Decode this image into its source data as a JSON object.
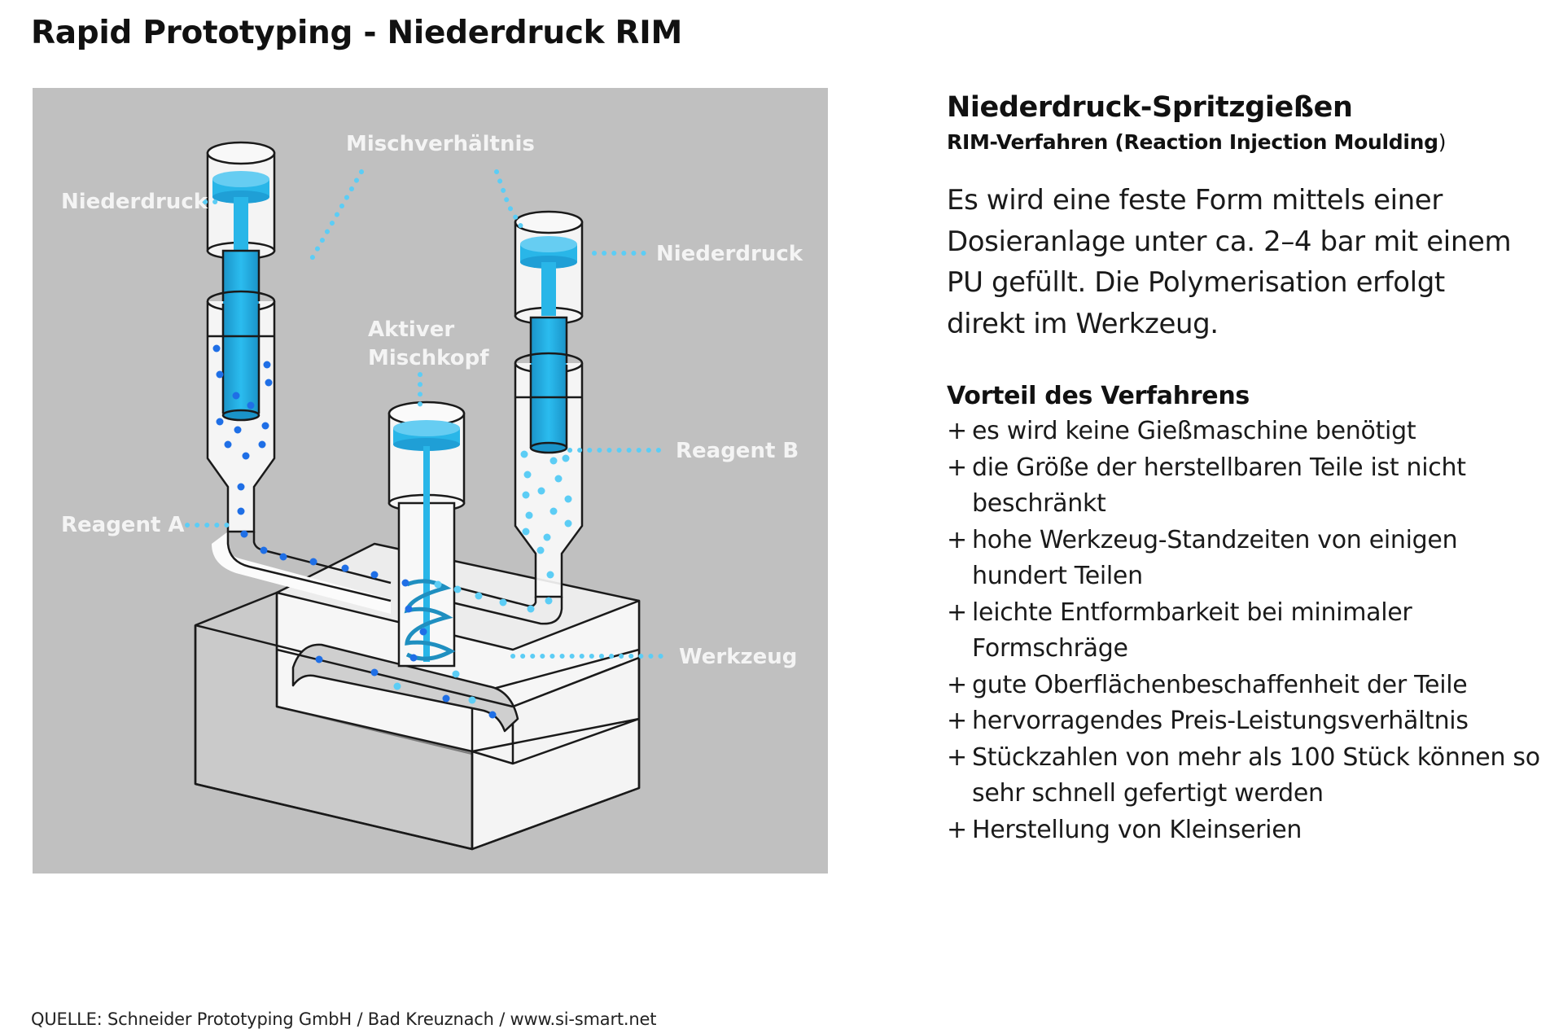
{
  "page": {
    "title": "Rapid Prototyping - Niederdruck RIM"
  },
  "diagram": {
    "labels": {
      "niederdruck_left": "Niederdruck",
      "mischverhaeltnis": "Mischverhältnis",
      "niederdruck_right": "Niederdruck",
      "aktiver": "Aktiver",
      "mischkopf": "Mischkopf",
      "reagent_b": "Reagent B",
      "reagent_a": "Reagent A",
      "werkzeug": "Werkzeug"
    },
    "colors": {
      "background": "#c0c0c0",
      "piston": "#29b6e8",
      "piston_dark": "#1a93c8",
      "dot_reagent_a": "#1f6fe6",
      "dot_reagent_b": "#5ccdf5",
      "leader_dots": "#5ccdf5",
      "outline": "#1a1a1a",
      "body": "#f7f7f7"
    }
  },
  "content": {
    "heading": "Niederdruck-Spritzgießen",
    "subheading": "RIM-Verfahren (Reaction Injection Moulding",
    "subheading_close": ")",
    "intro_lines": [
      "Es wird eine feste Form mittels einer",
      "Dosieranlage unter ca. 2–4 bar mit einem",
      "PU gefüllt. Die Polymerisation erfolgt",
      "direkt im Werkzeug."
    ],
    "advantages_title": "Vorteil des Verfahrens",
    "advantages_bullet": "+",
    "advantages": [
      "es wird keine Gießmaschine benötigt",
      "die Größe der herstellbaren Teile ist nicht beschränkt",
      "hohe Werkzeug-Standzeiten von einigen hundert Teilen",
      "leichte Entformbarkeit bei minimaler Formschräge",
      "gute Oberflächenbeschaffenheit der Teile",
      "hervorragendes Preis-Leistungsverhältnis",
      "Stückzahlen von mehr als 100 Stück können so sehr schnell gefertigt werden",
      "Herstellung von Kleinserien"
    ]
  },
  "footer": {
    "source": "QUELLE: Schneider Prototyping GmbH / Bad Kreuznach / www.si-smart.net"
  }
}
